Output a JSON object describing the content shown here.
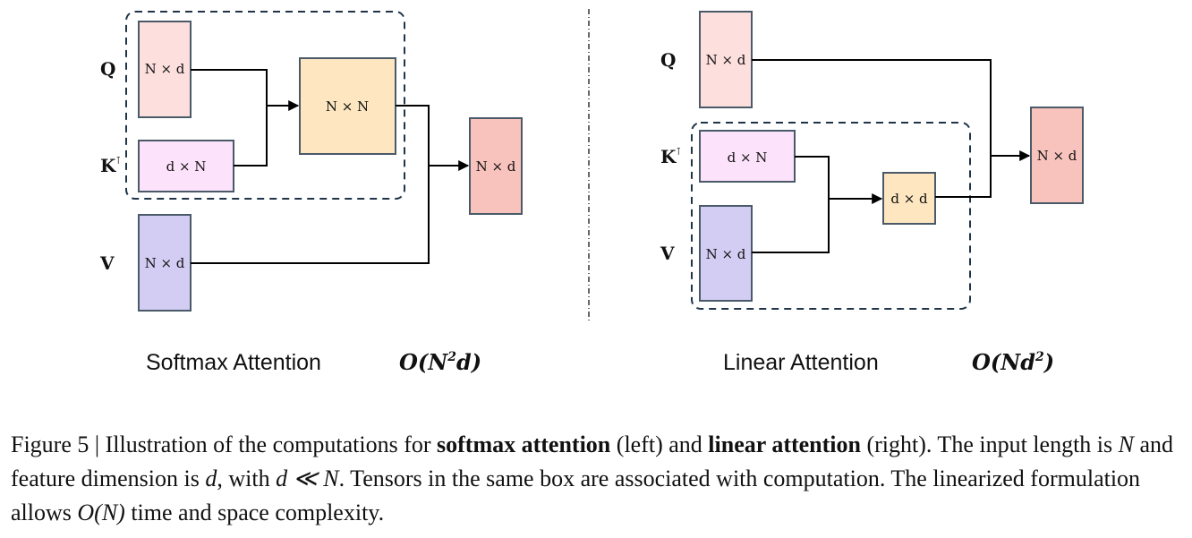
{
  "figure": {
    "left_panel": {
      "rows": [
        {
          "name": "Q",
          "sup": ""
        },
        {
          "name": "K",
          "sup": "⊺"
        },
        {
          "name": "V",
          "sup": ""
        }
      ],
      "boxes": {
        "q": {
          "label": "N × d",
          "color": "#fde0de"
        },
        "kt": {
          "label": "d × N",
          "color": "#fde2fb"
        },
        "v": {
          "label": "N × d",
          "color": "#d3cdf4"
        },
        "attn": {
          "label": "N × N",
          "color": "#fde6c0"
        },
        "out": {
          "label": "N × d",
          "color": "#f9c3bd"
        }
      },
      "title": "Softmax Attention",
      "complexity": {
        "prefix": "O(N",
        "power": "2",
        "suffix": "d)"
      }
    },
    "right_panel": {
      "rows": [
        {
          "name": "Q",
          "sup": ""
        },
        {
          "name": "K",
          "sup": "⊺"
        },
        {
          "name": "V",
          "sup": ""
        }
      ],
      "boxes": {
        "q": {
          "label": "N × d",
          "color": "#fde0de"
        },
        "kt": {
          "label": "d × N",
          "color": "#fde2fb"
        },
        "v": {
          "label": "N × d",
          "color": "#d3cdf4"
        },
        "kv": {
          "label": "d × d",
          "color": "#fde6c0"
        },
        "out": {
          "label": "N × d",
          "color": "#f9c3bd"
        }
      },
      "title": "Linear Attention",
      "complexity": {
        "prefix": "O(Nd",
        "power": "2",
        "suffix": ")"
      }
    }
  },
  "caption": {
    "prefix": "Figure 5 | Illustration of the computations for ",
    "bold1": "softmax attention",
    "mid1": " (left) and ",
    "bold2": "linear attention",
    "mid2": " (right). The input length is ",
    "var_n": "N",
    "mid3": " and feature dimension is ",
    "var_d": "d",
    "mid4": ", with ",
    "relation": "d ≪ N",
    "mid5": ". Tensors in the same box are associated with computation. The linearized formulation allows ",
    "complexity": "O(N)",
    "suffix": " time and space complexity."
  }
}
